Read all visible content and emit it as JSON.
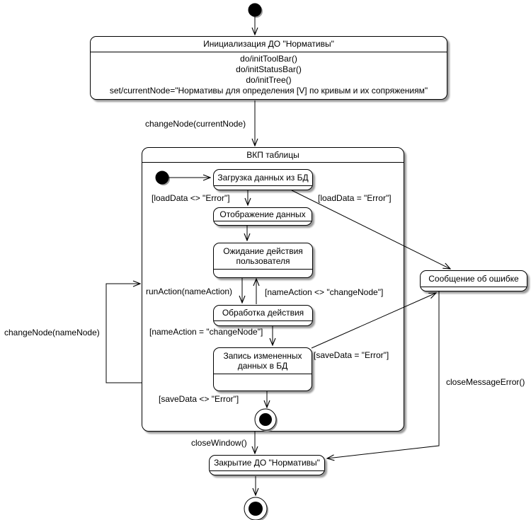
{
  "colors": {
    "line": "#000000",
    "fill": "#ffffff",
    "shadow": "#9c9c9c"
  },
  "states": {
    "init": {
      "name": "Инициализация ДО \"Нормативы\"",
      "actions": [
        "do/initToolBar()",
        "do/initStatusBar()",
        "do/initTree()",
        "set/currentNode=\"Нормативы для определения [V] по кривым и их сопряжениям\""
      ]
    },
    "composite": {
      "name": "ВКП таблицы"
    },
    "load": {
      "name": "Загрузка данных из БД"
    },
    "display": {
      "name": "Отображение данных"
    },
    "wait": {
      "name": "Ожидание действия пользователя"
    },
    "process": {
      "name": "Обработка действия"
    },
    "save": {
      "name": "Запись измененных данных в БД"
    },
    "error": {
      "name": "Сообщение об ошибке"
    },
    "close": {
      "name": "Закрытие ДО \"Нормативы\""
    }
  },
  "transitions": {
    "change_current": "changeNode(currentNode)",
    "load_ok": "[loadData <> \"Error\"]",
    "load_err": "[loadData = \"Error\"]",
    "run_action": "runAction(nameAction)",
    "name_ne": "[nameAction <> \"changeNode\"]",
    "name_eq": "[nameAction = \"changeNode\"]",
    "save_err": "[saveData = \"Error\"]",
    "save_ok": "[saveData <> \"Error\"]",
    "change_name": "changeNode(nameNode)",
    "close_window": "closeWindow()",
    "close_message": "closeMessageError()"
  }
}
